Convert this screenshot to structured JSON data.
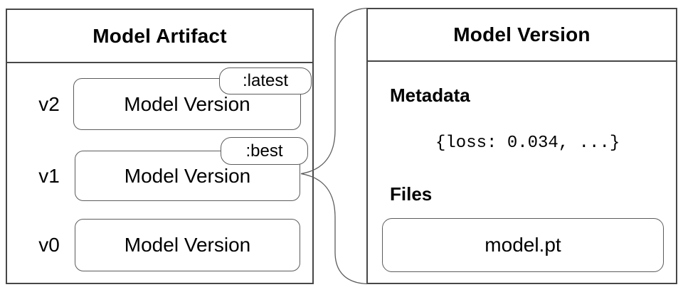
{
  "artifact_panel": {
    "title": "Model Artifact",
    "versions": [
      {
        "id": "v2",
        "label": "Model Version",
        "tag": ":latest"
      },
      {
        "id": "v1",
        "label": "Model Version",
        "tag": ":best"
      },
      {
        "id": "v0",
        "label": "Model Version",
        "tag": ""
      }
    ]
  },
  "version_panel": {
    "title": "Model Version",
    "metadata_heading": "Metadata",
    "metadata_value": "{loss: 0.034, ...}",
    "files_heading": "Files",
    "files": [
      {
        "name": "model.pt"
      }
    ]
  },
  "connector": {
    "type": "curly-brace",
    "from": "v1 Model Version box",
    "to": "Model Version detail panel"
  },
  "colors": {
    "background": "#ffffff",
    "panel_border": "#474747",
    "box_border": "#5c5c5c",
    "text": "#000000"
  }
}
